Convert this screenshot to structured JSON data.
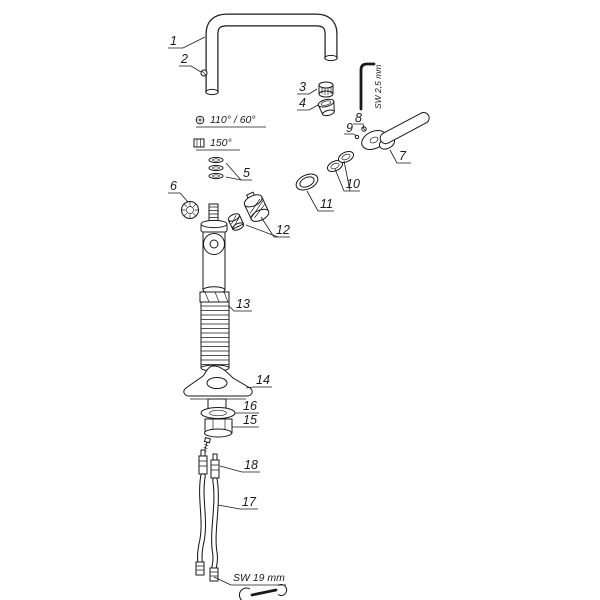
{
  "diagram": {
    "type": "exploded-parts-diagram",
    "subject": "kitchen-faucet",
    "colors": {
      "line": "#1a1a1a",
      "background": "#ffffff"
    },
    "part_numbers": [
      "1",
      "2",
      "3",
      "4",
      "5",
      "6",
      "7",
      "8",
      "9",
      "10",
      "11",
      "12",
      "13",
      "14",
      "15",
      "16",
      "17",
      "18"
    ],
    "annotations": {
      "swivel_range": "110° / 60°",
      "swivel_range_alt": "150°",
      "hex_key_size": "SW 2,5 mm",
      "wrench_size": "SW 19 mm"
    }
  }
}
